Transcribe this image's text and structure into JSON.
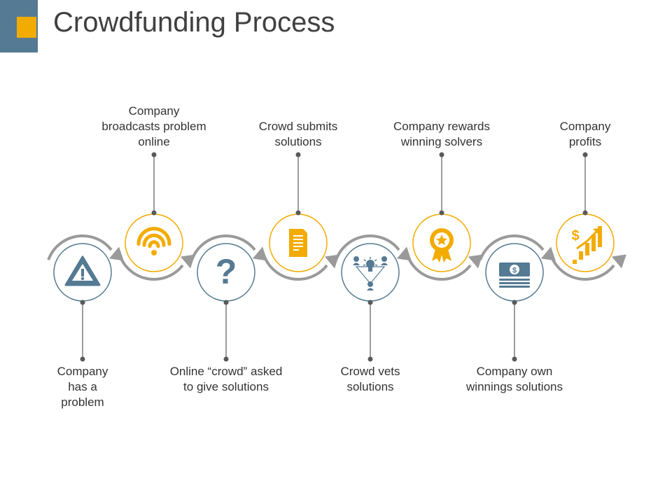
{
  "title": "Crowdfunding Process",
  "colors": {
    "accent_blue": "#557a93",
    "accent_yellow": "#f2ab00",
    "arrow_gray": "#9a9a9a",
    "connector": "#595959"
  },
  "steps": [
    {
      "label": "Company\nhas a\nproblem",
      "icon": "warning-icon",
      "position": "bottom",
      "color": "blue"
    },
    {
      "label": "Company\nbroadcasts problem\nonline",
      "icon": "wifi-icon",
      "position": "top",
      "color": "yellow"
    },
    {
      "label": "Online “crowd” asked\nto give solutions",
      "icon": "question-icon",
      "position": "bottom",
      "color": "blue"
    },
    {
      "label": "Crowd submits\nsolutions",
      "icon": "document-icon",
      "position": "top",
      "color": "yellow"
    },
    {
      "label": "Crowd vets\nsolutions",
      "icon": "crowd-idea-icon",
      "position": "bottom",
      "color": "blue"
    },
    {
      "label": "Company rewards\nwinning solvers",
      "icon": "award-ribbon-icon",
      "position": "top",
      "color": "yellow"
    },
    {
      "label": "Company own\nwinnings solutions",
      "icon": "money-stack-icon",
      "position": "bottom",
      "color": "blue"
    },
    {
      "label": "Company\nprofits",
      "icon": "profit-chart-icon",
      "position": "top",
      "color": "yellow"
    }
  ]
}
